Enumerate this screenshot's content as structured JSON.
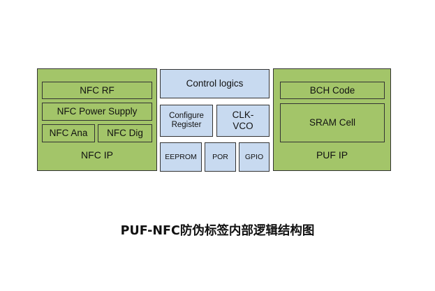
{
  "nfc_ip": {
    "label": "NFC IP",
    "rf": "NFC RF",
    "power": "NFC Power Supply",
    "ana": "NFC Ana",
    "dig": "NFC Dig"
  },
  "center": {
    "control": "Control logics",
    "configure": "Configure\nRegister",
    "clk": "CLK-\nVCO",
    "eeprom": "EEPROM",
    "por": "POR",
    "gpio": "GPIO"
  },
  "puf_ip": {
    "label": "PUF IP",
    "bch": "BCH Code",
    "sram": "SRAM Cell"
  },
  "caption": "PUF-NFC防伪标签内部逻辑结构图",
  "colors": {
    "green": "#a3c569",
    "blue": "#c8daf0",
    "border": "#333333"
  }
}
